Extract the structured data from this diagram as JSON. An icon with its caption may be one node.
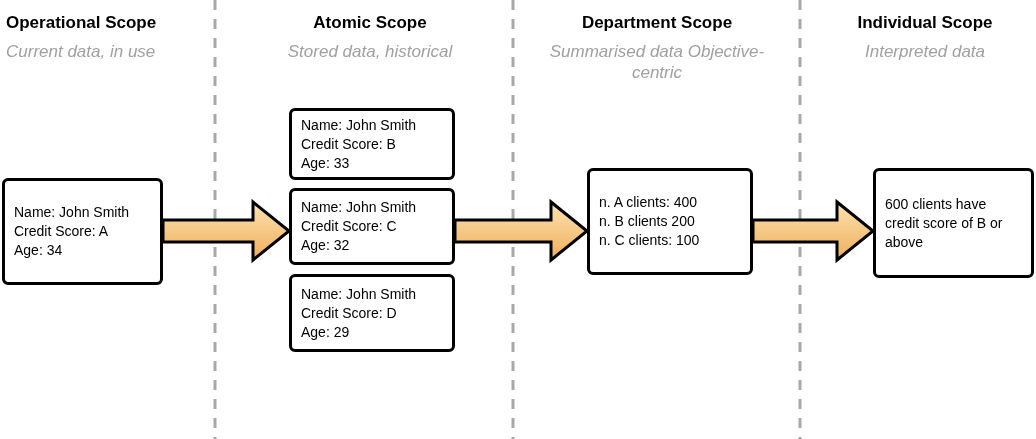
{
  "diagram": {
    "nodes": [
      {
        "text": [
          "Name: John Smith",
          "Credit Score: A",
          "Age: 34"
        ]
      },
      {
        "text": [
          "Name: John Smith",
          "Credit Score: B",
          "Age: 33"
        ]
      },
      {
        "text": [
          "Name: John Smith",
          "Credit Score: C",
          "Age: 32"
        ]
      },
      {
        "text": [
          "Name: John Smith",
          "Credit Score: D",
          "Age: 29"
        ]
      },
      {
        "text": [
          "n. A clients: 400",
          "n. B clients 200",
          "n. C clients: 100"
        ]
      },
      {
        "text": [
          "600 clients have credit score of B or above"
        ]
      }
    ],
    "edges": [
      {
        "from": 0,
        "to": 2,
        "arrow": "to"
      },
      {
        "from": 2,
        "to": 4,
        "arrow": "to"
      },
      {
        "from": 4,
        "to": 5,
        "arrow": "to"
      }
    ],
    "labels": [
      "Operational Scope",
      "Current data, in use",
      "Atomic Scope",
      "Stored data, historical",
      "Department Scope",
      "Summarised data Objective-centric",
      "Individual Scope",
      "Interpreted data"
    ]
  }
}
